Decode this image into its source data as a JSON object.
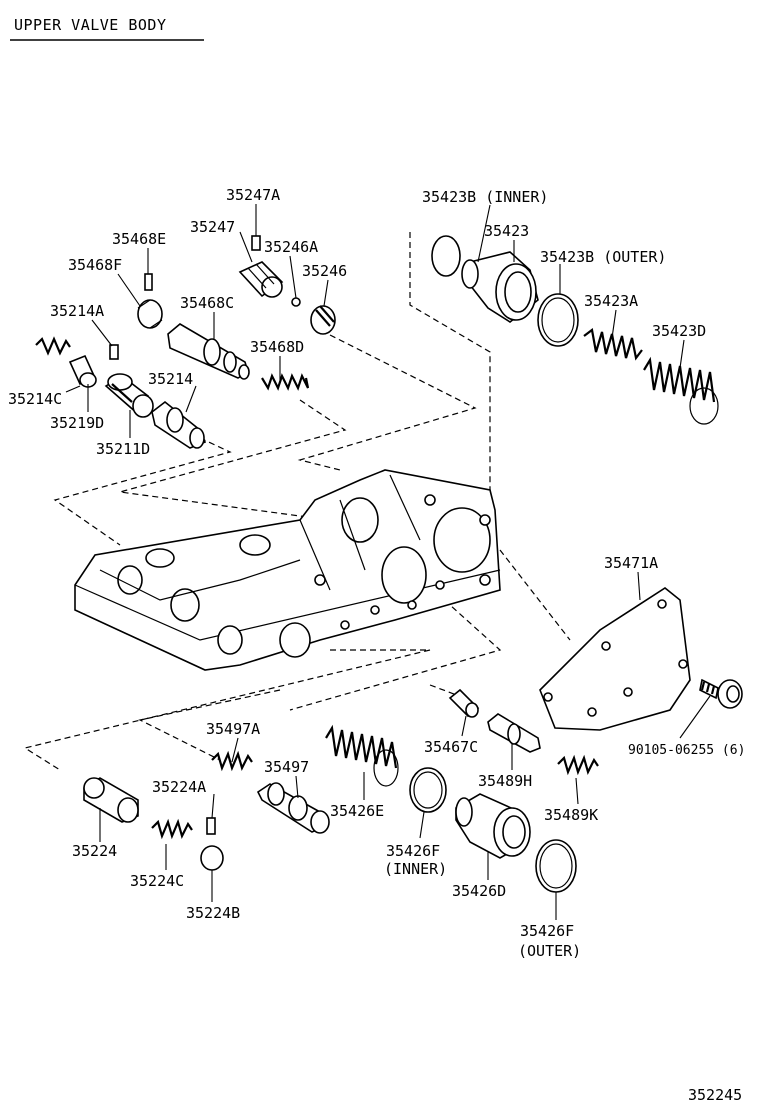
{
  "title": "UPPER VALVE BODY",
  "figure_number": "352245",
  "labels": {
    "p35247A": "35247A",
    "p35247": "35247",
    "p35246A": "35246A",
    "p35246": "35246",
    "p35468E": "35468E",
    "p35468F": "35468F",
    "p35468C": "35468C",
    "p35468D": "35468D",
    "p35214A": "35214A",
    "p35214C": "35214C",
    "p35214": "35214",
    "p35219D": "35219D",
    "p35211D": "35211D",
    "p35423B_inner": "35423B (INNER)",
    "p35423": "35423",
    "p35423B_outer": "35423B (OUTER)",
    "p35423A": "35423A",
    "p35423D": "35423D",
    "p35471A": "35471A",
    "p90105": "90105-06255 (6)",
    "p35497A": "35497A",
    "p35497": "35497",
    "p35224A": "35224A",
    "p35224": "35224",
    "p35224C": "35224C",
    "p35224B": "35224B",
    "p35426E": "35426E",
    "p35426F_a": "35426F",
    "p35426F_a_sub": "(INNER)",
    "p35426D": "35426D",
    "p35426F_b": "35426F",
    "p35426F_b_sub": "(OUTER)",
    "p35467C": "35467C",
    "p35489H": "35489H",
    "p35489K": "35489K"
  }
}
